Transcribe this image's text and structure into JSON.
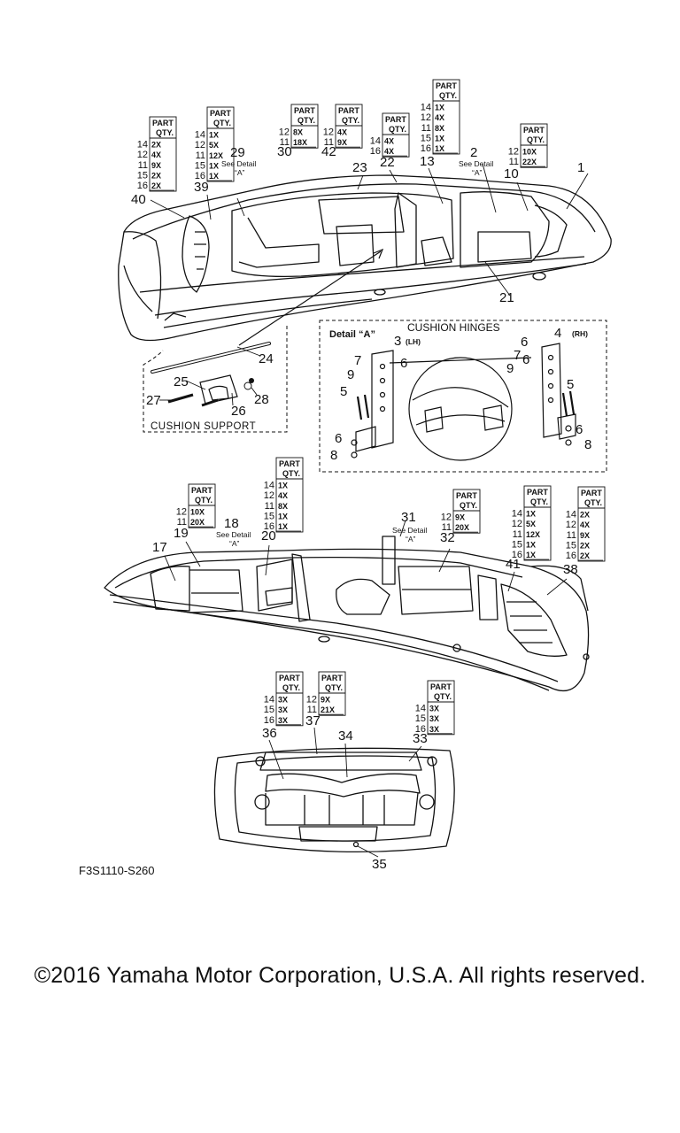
{
  "figure_code": "F3S1110-S260",
  "copyright": "©2016 Yamaha Motor Corporation, U.S.A. All rights reserved.",
  "qty_header": [
    "PART",
    "QTY."
  ],
  "see_detail": [
    "See Detail",
    "“A”"
  ],
  "detail": {
    "title": "Detail “A”",
    "subtitle": "CUSHION HINGES",
    "lh": "(LH)",
    "rh": "(RH)"
  },
  "cushion_support_label": "CUSHION SUPPORT",
  "qty_tables": [
    {
      "rows": [
        [
          "14",
          "2X"
        ],
        [
          "12",
          "4X"
        ],
        [
          "11",
          "9X"
        ],
        [
          "15",
          "2X"
        ],
        [
          "16",
          "2X"
        ]
      ]
    },
    {
      "rows": [
        [
          "14",
          "1X"
        ],
        [
          "12",
          "5X"
        ],
        [
          "11",
          "12X"
        ],
        [
          "15",
          "1X"
        ],
        [
          "16",
          "1X"
        ]
      ]
    },
    {
      "rows": [
        [
          "12",
          "8X"
        ],
        [
          "11",
          "18X"
        ]
      ]
    },
    {
      "rows": [
        [
          "12",
          "4X"
        ],
        [
          "11",
          "9X"
        ]
      ]
    },
    {
      "rows": [
        [
          "14",
          "4X"
        ],
        [
          "16",
          "4X"
        ]
      ]
    },
    {
      "rows": [
        [
          "14",
          "1X"
        ],
        [
          "12",
          "4X"
        ],
        [
          "11",
          "8X"
        ],
        [
          "15",
          "1X"
        ],
        [
          "16",
          "1X"
        ]
      ]
    },
    {
      "rows": [
        [
          "12",
          "10X"
        ],
        [
          "11",
          "22X"
        ]
      ]
    },
    {
      "rows": [
        [
          "12",
          "10X"
        ],
        [
          "11",
          "20X"
        ]
      ]
    },
    {
      "rows": [
        [
          "14",
          "1X"
        ],
        [
          "12",
          "4X"
        ],
        [
          "11",
          "8X"
        ],
        [
          "15",
          "1X"
        ],
        [
          "16",
          "1X"
        ]
      ]
    },
    {
      "rows": [
        [
          "12",
          "9X"
        ],
        [
          "11",
          "20X"
        ]
      ]
    },
    {
      "rows": [
        [
          "14",
          "1X"
        ],
        [
          "12",
          "5X"
        ],
        [
          "11",
          "12X"
        ],
        [
          "15",
          "1X"
        ],
        [
          "16",
          "1X"
        ]
      ]
    },
    {
      "rows": [
        [
          "14",
          "2X"
        ],
        [
          "12",
          "4X"
        ],
        [
          "11",
          "9X"
        ],
        [
          "15",
          "2X"
        ],
        [
          "16",
          "2X"
        ]
      ]
    },
    {
      "rows": [
        [
          "14",
          "3X"
        ],
        [
          "15",
          "3X"
        ],
        [
          "16",
          "3X"
        ]
      ]
    },
    {
      "rows": [
        [
          "12",
          "9X"
        ],
        [
          "11",
          "21X"
        ]
      ]
    },
    {
      "rows": [
        [
          "14",
          "3X"
        ],
        [
          "15",
          "3X"
        ],
        [
          "16",
          "3X"
        ]
      ]
    }
  ],
  "callouts": [
    "1",
    "2",
    "3",
    "4",
    "5",
    "6",
    "7",
    "8",
    "9",
    "10",
    "13",
    "17",
    "18",
    "19",
    "20",
    "21",
    "22",
    "23",
    "24",
    "25",
    "26",
    "27",
    "28",
    "29",
    "30",
    "31",
    "32",
    "33",
    "34",
    "35",
    "36",
    "37",
    "38",
    "39",
    "40",
    "41",
    "42"
  ]
}
